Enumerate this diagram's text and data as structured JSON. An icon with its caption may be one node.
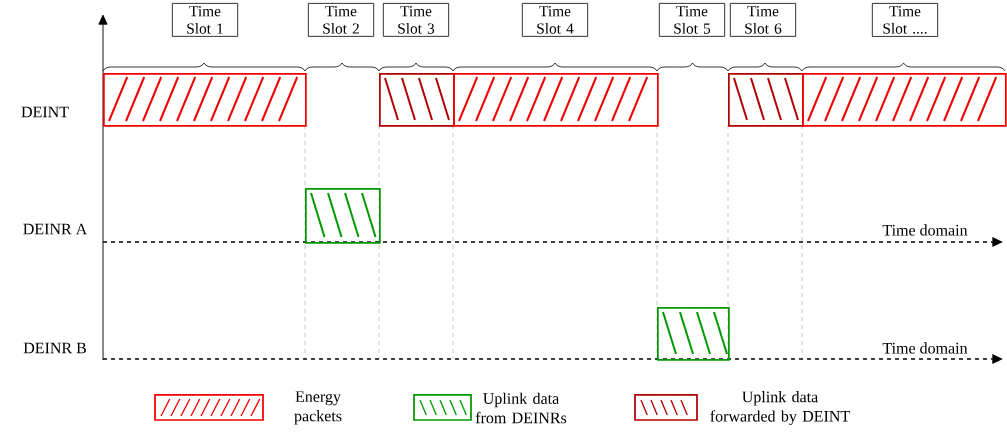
{
  "diagram": {
    "nodes": [
      {
        "text": [
          "Time Slot 1"
        ]
      },
      {
        "text": [
          "Time Slot 2"
        ]
      },
      {
        "text": [
          "Time Slot 3"
        ]
      },
      {
        "text": [
          "Time Slot 4"
        ]
      },
      {
        "text": [
          "Time Slot 5"
        ]
      },
      {
        "text": [
          "Time Slot 6"
        ]
      },
      {
        "text": [
          "Time Slot ...."
        ]
      },
      {
        "text": [],
        "shape": "bar"
      },
      {
        "text": [],
        "shape": "bar"
      },
      {
        "text": [],
        "shape": "bar"
      },
      {
        "text": [],
        "shape": "bar"
      },
      {
        "text": [],
        "shape": "bar"
      },
      {
        "text": [],
        "shape": "bar"
      },
      {
        "text": [],
        "shape": "bar"
      }
    ],
    "labels": [
      "DEINT",
      "DEINR A",
      "Time domain",
      "DEINR B",
      "Time domain"
    ],
    "legend": [
      {
        "text": "Energy packets"
      },
      {
        "text": "Uplink data from DEINRs"
      },
      {
        "text": "Uplink data forwarded by DEINT"
      }
    ]
  }
}
